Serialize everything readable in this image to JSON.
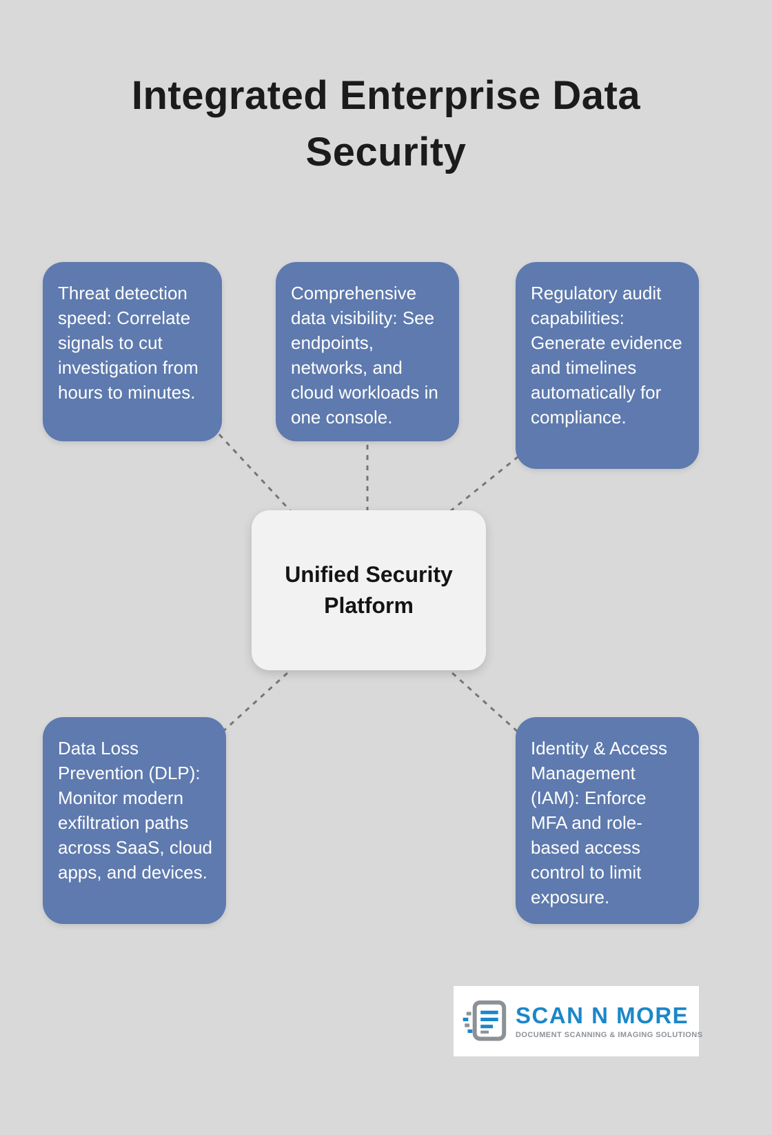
{
  "title": "Integrated Enterprise Data Security",
  "center_node": {
    "label": "Unified Security Platform"
  },
  "nodes": [
    {
      "id": "threat-detection-speed",
      "text": "Threat detection speed: Correlate signals to cut investigation from hours to minutes."
    },
    {
      "id": "comprehensive-data-visibility",
      "text": "Comprehensive data visibility: See endpoints, networks, and cloud workloads in one console."
    },
    {
      "id": "regulatory-audit-capabilities",
      "text": "Regulatory audit capabilities: Generate evidence and timelines automatically for compliance."
    },
    {
      "id": "data-loss-prevention",
      "text": "Data Loss Prevention (DLP): Monitor modern exfiltration paths across SaaS, cloud apps, and devices."
    },
    {
      "id": "identity-access-management",
      "text": "Identity & Access Management (IAM): Enforce MFA and role-based access control to limit exposure."
    }
  ],
  "logo": {
    "name": "SCAN N MORE",
    "tagline": "DOCUMENT SCANNING & IMAGING SOLUTIONS",
    "icon": "document-scanner-icon"
  },
  "colors": {
    "background": "#d9d9d9",
    "node_bg": "#5e7aae",
    "node_text": "#ffffff",
    "center_bg": "#f2f2f2",
    "center_text": "#141414",
    "connector": "#757575",
    "brand_blue": "#1b87c9",
    "brand_gray": "#8c9197"
  }
}
